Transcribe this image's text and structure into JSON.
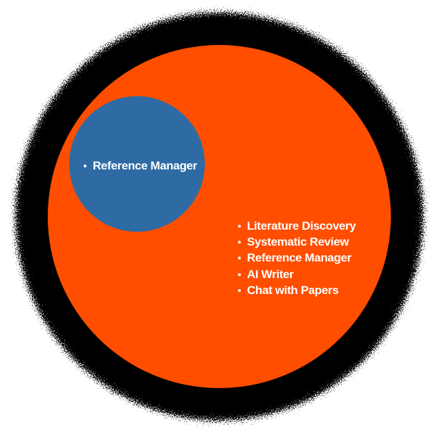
{
  "page": {
    "background": "#FFFFFF"
  },
  "venn": {
    "text_color": "#FFFFFF",
    "shadow_color": "#000000",
    "outer": {
      "color": "#FF4E00",
      "items": [
        "Literature Discovery",
        "Systematic Review",
        "Reference Manager",
        "AI Writer",
        "Chat with Papers"
      ]
    },
    "inner": {
      "color": "#2E6BA4",
      "items": [
        "Reference Manager"
      ]
    }
  }
}
